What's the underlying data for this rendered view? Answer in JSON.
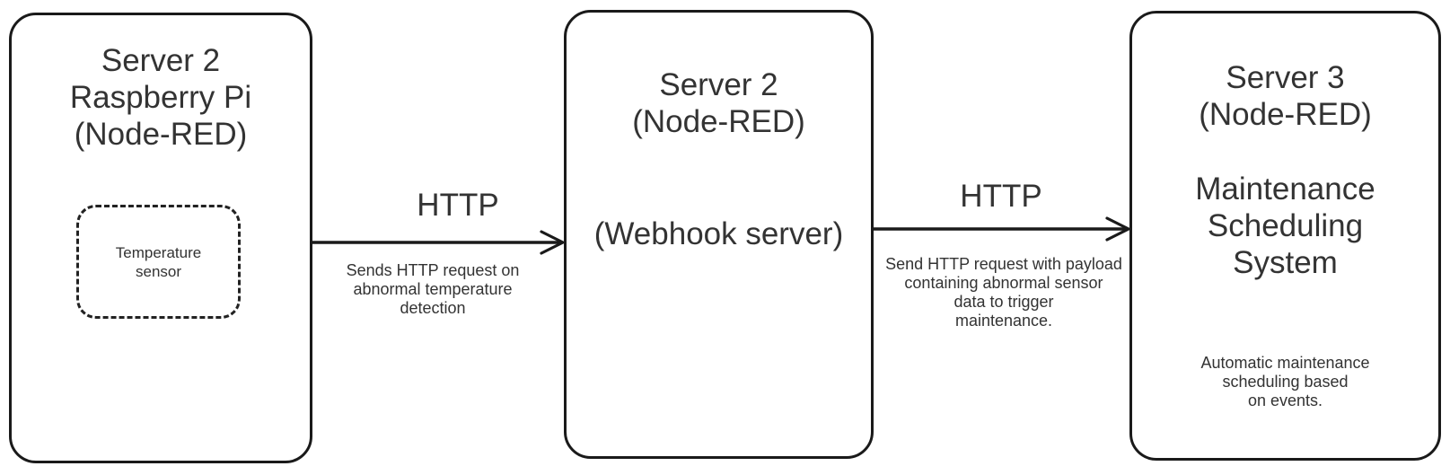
{
  "diagram": {
    "nodes": [
      {
        "id": "server2-raspberry-pi",
        "title": "Server 2\nRaspberry Pi\n(Node-RED)",
        "inner_label": "Temperature\nsensor"
      },
      {
        "id": "server2-webhook",
        "title": "Server 2\n(Node-RED)",
        "subtitle": "(Webhook server)"
      },
      {
        "id": "server3-maintenance",
        "title": "Server 3\n(Node-RED)",
        "subtitle": "Maintenance\nScheduling\nSystem",
        "note": "Automatic maintenance\nscheduling based\non events."
      }
    ],
    "edges": [
      {
        "protocol": "HTTP",
        "description": "Sends HTTP request on\nabnormal temperature\ndetection"
      },
      {
        "protocol": "HTTP",
        "description": "Send HTTP request with payload\ncontaining abnormal sensor\ndata to trigger\nmaintenance."
      }
    ],
    "colors": {
      "stroke": "#1a1a1a",
      "text": "#333333",
      "background": "#ffffff"
    }
  }
}
